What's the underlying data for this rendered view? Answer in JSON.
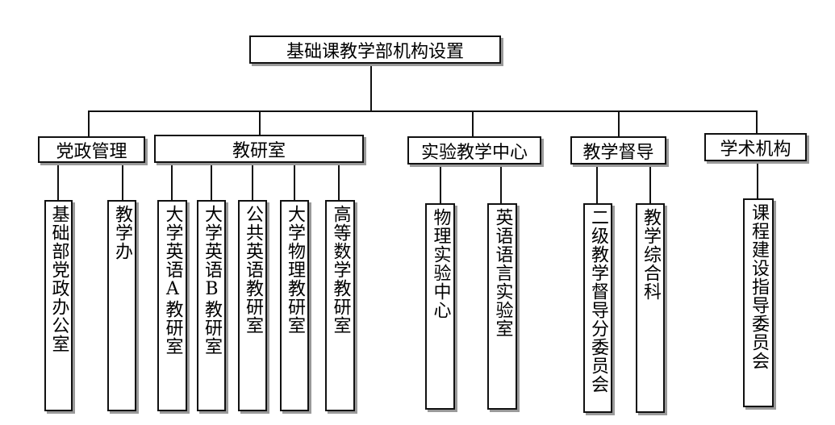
{
  "root": {
    "label": "基础课教学部机构设置"
  },
  "departments": [
    {
      "label": "党政管理",
      "units": [
        "基础部党政办公室",
        "教学办"
      ]
    },
    {
      "label": "教研室",
      "units": [
        "大学英语A教研室",
        "大学英语B教研室",
        "公共英语教研室",
        "大学物理教研室",
        "高等数学教研室"
      ]
    },
    {
      "label": "实验教学中心",
      "units": [
        "物理实验中心",
        "英语语言实验室"
      ]
    },
    {
      "label": "教学督导",
      "units": [
        "二级教学督导分委员会",
        "教学综合科"
      ]
    },
    {
      "label": "学术机构",
      "units": [
        "课程建设指导委员会"
      ]
    }
  ]
}
